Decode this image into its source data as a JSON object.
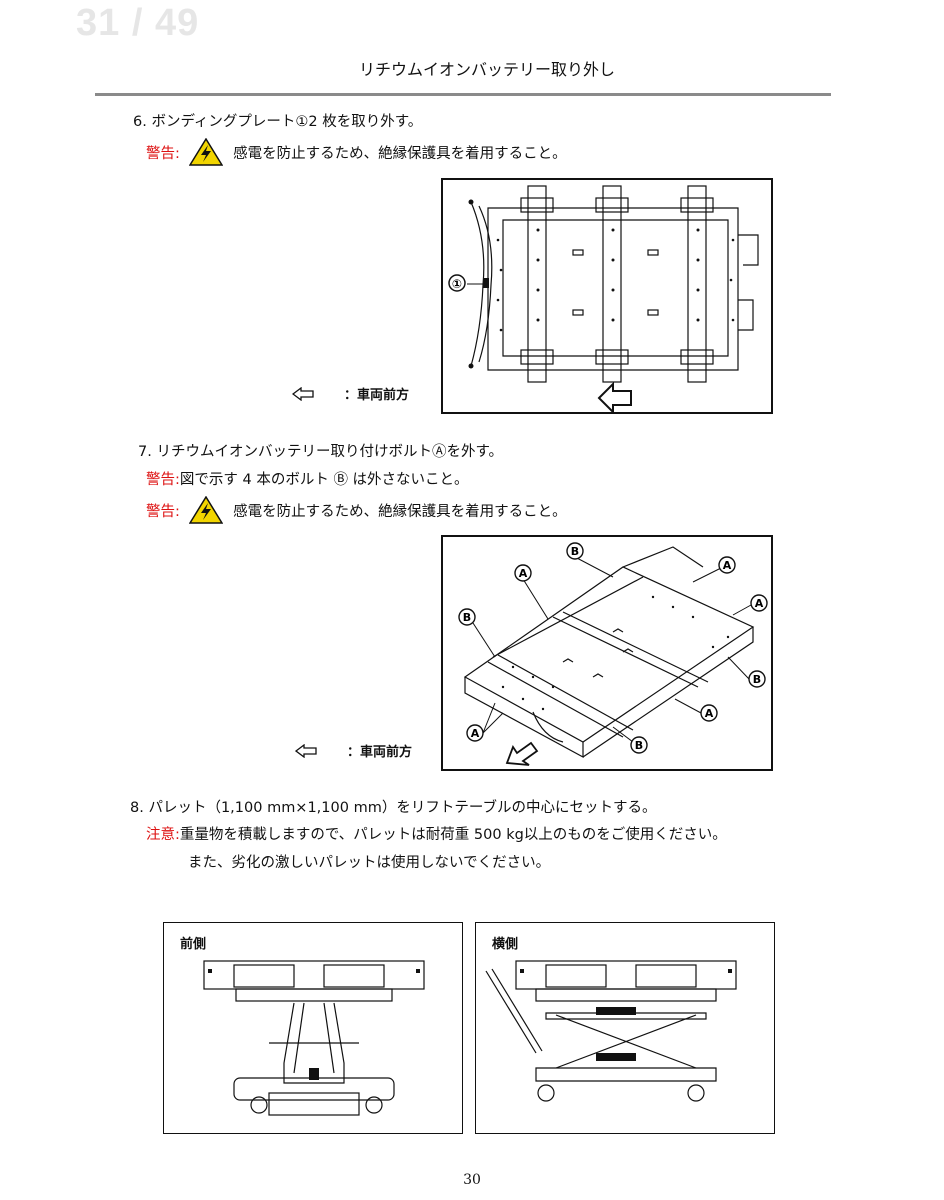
{
  "page_counter": "31 / 49",
  "header": {
    "title": "リチウムイオンバッテリー取り外し"
  },
  "step6": {
    "text": "6.  ボンディングプレート①2 枚を取り外す。",
    "warning_label": "警告",
    "warning_text": "感電を防止するため、絶縁保護具を着用すること。",
    "callout": "①",
    "legend": "：車両前方"
  },
  "step7": {
    "text": "7.  リチウムイオンバッテリー取り付けボルトⒶを外す。",
    "warning1_label": "警告",
    "warning1_text": "図で示す 4 本のボルト Ⓑ は外さないこと。",
    "warning2_label": "警告",
    "warning2_text": "感電を防止するため、絶縁保護具を着用すること。",
    "callout_a": "A",
    "callout_b": "B",
    "legend": "：車両前方"
  },
  "step8": {
    "text": "8.  パレット（1,100 mm×1,100 mm）をリフトテーブルの中心にセットする。",
    "caution_label": "注意",
    "caution_text": "重量物を積載しますので、パレットは耐荷重 500 kg以上のものをご使用ください。",
    "caution_text2": "また、劣化の激しいパレットは使用しないでください。",
    "fig_front_label": "前側",
    "fig_side_label": "横側"
  },
  "page_number": "30",
  "colors": {
    "warning_red": "#dd1111",
    "warning_yellow": "#f2d500",
    "rule_gray": "#8a8a8a"
  }
}
